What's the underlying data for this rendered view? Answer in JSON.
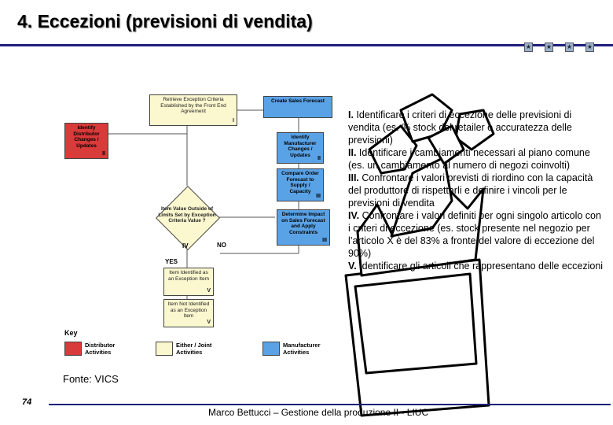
{
  "slide": {
    "title": "4. Eccezioni (previsioni di vendita)",
    "page_number": "74",
    "footer": "Marco Bettucci – Gestione della produzione II - LIUC",
    "source": "Fonte: VICS"
  },
  "flowchart": {
    "retrieve": "Retrieve Exception Criteria Established by the Front End Agreement",
    "retrieve_num": "I",
    "identify_distributor": "Identify Distributor Changes / Updates",
    "identify_distributor_num": "II",
    "create": "Create Sales Forecast",
    "identify_manufacturer": "Identify Manufacturer Changes / Updates",
    "identify_manufacturer_num": "II",
    "compare": "Compare Order Forecast to Supply / Capacity",
    "compare_num": "III",
    "determine": "Determine Impact on Sales Forecast and Apply Constraints",
    "determine_num": "III",
    "decision": "Item Value Outside of Limits Set by Exception Criteria Value ?",
    "decision_num": "IV",
    "yes": "YES",
    "no": "NO",
    "identified": "Item Identified as an Exception Item",
    "identified_num": "V",
    "not_identified": "Item Not Identified as an Exception Item",
    "not_identified_num": "V",
    "key_title": "Key",
    "key_distributor": "Distributor Activities",
    "key_joint": "Either / Joint Activities",
    "key_manufacturer": "Manufacturer Activities"
  },
  "text": {
    "p1_num": "I.",
    "p1": " Identificare i criteri di eccezione delle previsioni di vendita (es. % stock del retailer o accuratezza delle previsioni)",
    "p2_num": "II.",
    "p2": " Identificare i cambiamenti necessari al piano comune (es. un cambiamento al numero di negozi coinvolti)",
    "p3_num": "III.",
    "p3": " Confrontare i valori previsti di riordino con la capacità del produttore di rispettarli e definire i vincoli per le previsioni di vendita",
    "p4_num": "IV.",
    "p4": " Confrontare i valori definiti per ogni singolo articolo con i criteri di eccezione (es. stock presente nel negozio per l’articolo X è del 83% a fronte del valore di eccezione del 90%)",
    "p5_num": "V.",
    "p5": " Identificare gli articoli che rappresentano delle eccezioni"
  },
  "colors": {
    "distributor": "#d93a3a",
    "joint": "#fbf7cf",
    "manufacturer": "#5aa2e6",
    "rule": "#1f1f7a"
  }
}
